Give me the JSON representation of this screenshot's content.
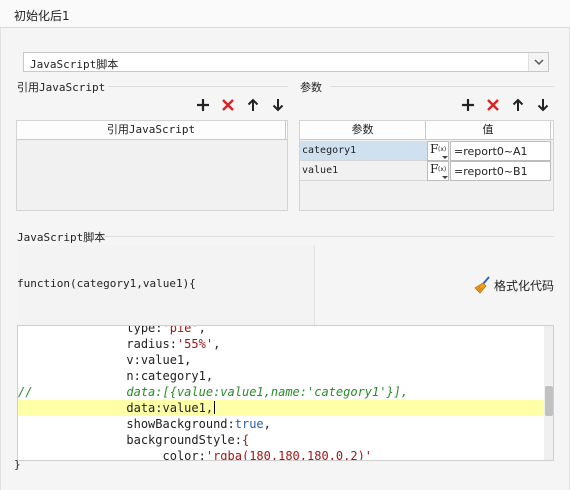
{
  "header": {
    "title": "初始化后1"
  },
  "script_type": {
    "selected": "JavaScript脚本"
  },
  "ref_section": {
    "label": "引用JavaScript",
    "column_header": "引用JavaScript"
  },
  "params_section": {
    "label": "参数",
    "columns": [
      "参数",
      "值"
    ],
    "rows": [
      {
        "name": "category1",
        "fx": "F",
        "fx_sub": "(x)",
        "value": "=report0~A1"
      },
      {
        "name": "value1",
        "fx": "F",
        "fx_sub": "(x)",
        "value": "=report0~B1"
      }
    ]
  },
  "script_section": {
    "label": "JavaScript脚本",
    "signature": "function(category1,value1){",
    "format_label": "格式化代码",
    "closing": "}"
  },
  "code_lines": [
    {
      "prefix": "",
      "indent": "               ",
      "tokens": [
        {
          "t": "type:",
          "c": "plain"
        },
        {
          "t": "'pie'",
          "c": "str"
        },
        {
          "t": ",",
          "c": "plain"
        }
      ]
    },
    {
      "prefix": "",
      "indent": "               ",
      "tokens": [
        {
          "t": "radius:",
          "c": "plain"
        },
        {
          "t": "'55%'",
          "c": "str"
        },
        {
          "t": ",",
          "c": "plain"
        }
      ]
    },
    {
      "prefix": "",
      "indent": "               ",
      "tokens": [
        {
          "t": "v:value1,",
          "c": "plain"
        }
      ]
    },
    {
      "prefix": "",
      "indent": "               ",
      "tokens": [
        {
          "t": "n:category1,",
          "c": "plain"
        }
      ]
    },
    {
      "prefix": "//",
      "indent": "             ",
      "tokens": [
        {
          "t": "data:[{value:value1,name:'category1'}],",
          "c": "cmt"
        }
      ]
    },
    {
      "prefix": "",
      "indent": "               ",
      "tokens": [
        {
          "t": "data:value1,",
          "c": "plain"
        }
      ],
      "highlight": true
    },
    {
      "prefix": "",
      "indent": "               ",
      "tokens": [
        {
          "t": "showBackground:",
          "c": "plain"
        },
        {
          "t": "true",
          "c": "kw"
        },
        {
          "t": ",",
          "c": "plain"
        }
      ]
    },
    {
      "prefix": "",
      "indent": "               ",
      "tokens": [
        {
          "t": "backgroundStyle:",
          "c": "plain"
        },
        {
          "t": "{",
          "c": "str"
        }
      ]
    },
    {
      "prefix": "",
      "indent": "                    ",
      "tokens": [
        {
          "t": "color:",
          "c": "plain"
        },
        {
          "t": "'rgba(180,180,180,0.2)'",
          "c": "str"
        }
      ]
    }
  ],
  "colors": {
    "add": "#222222",
    "delete": "#e02020",
    "arrow": "#222222",
    "selected_row": "#cfe0ee",
    "highlight_line": "#ffffa8"
  }
}
